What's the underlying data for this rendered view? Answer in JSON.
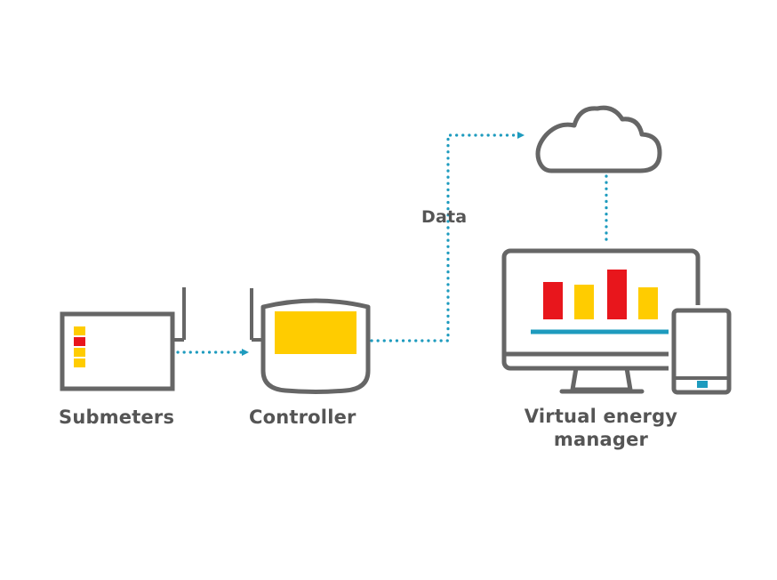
{
  "labels": {
    "submeters": "Submeters",
    "controller": "Controller",
    "data": "Data",
    "virtual_energy_manager_line1": "Virtual energy",
    "virtual_energy_manager_line2": "manager"
  },
  "colors": {
    "outline": "#666666",
    "yellow": "#FFCC00",
    "red": "#E8161C",
    "teal": "#1E9BBE",
    "text": "#555555"
  },
  "icons": {
    "submeter": "submeter-device-icon",
    "controller": "controller-device-icon",
    "cloud": "cloud-icon",
    "monitor": "monitor-icon",
    "phone": "phone-icon"
  }
}
